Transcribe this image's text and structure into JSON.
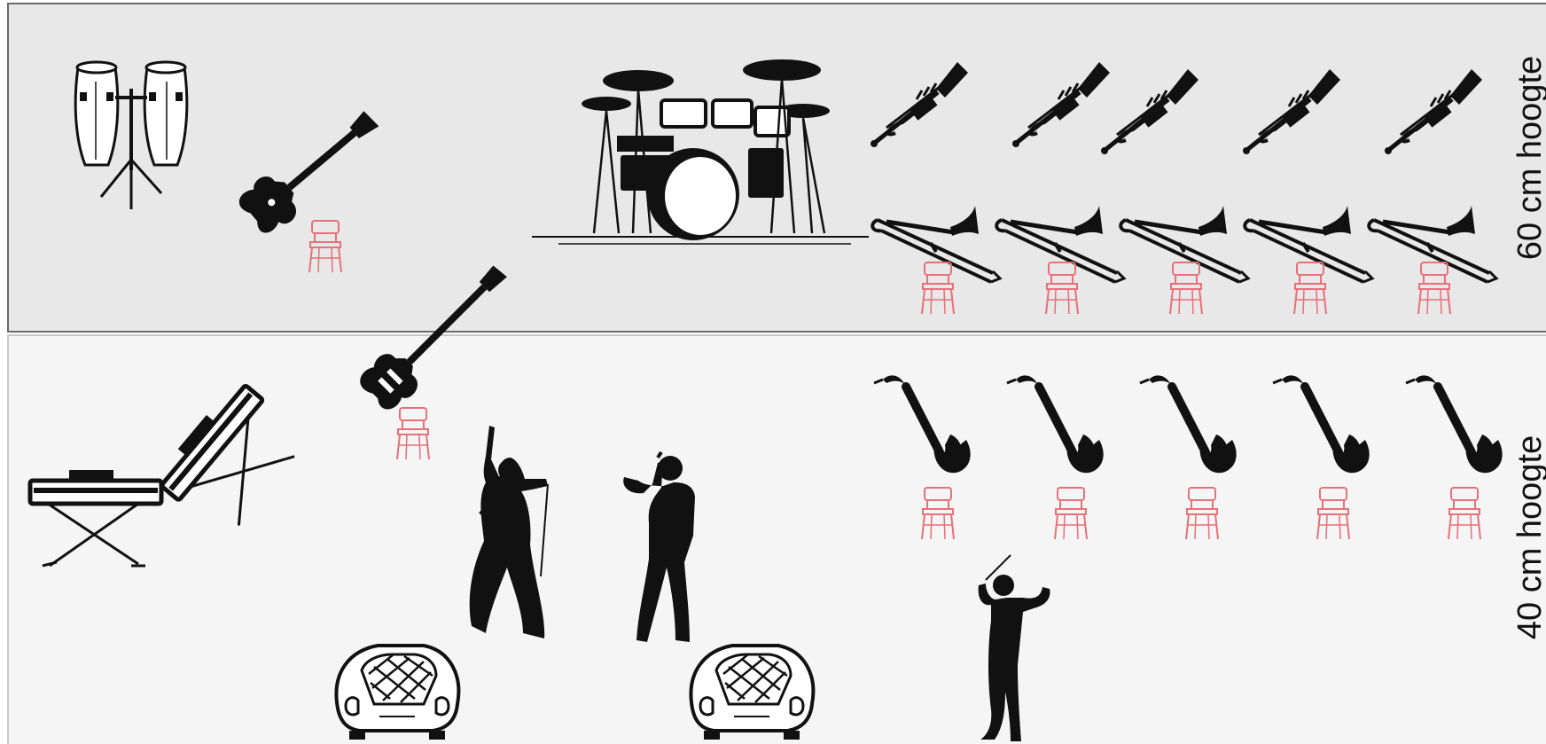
{
  "riser_upper": {
    "label": "60 cm hoogte"
  },
  "riser_lower": {
    "label": "40 cm hoogte"
  },
  "icons": {
    "congas": "congas-icon",
    "electric_guitar": "electric-guitar-icon",
    "drum_kit": "drum-kit-icon",
    "trumpet": "trumpet-icon",
    "trombone": "trombone-icon",
    "bass_guitar": "bass-guitar-icon",
    "keyboard": "keyboard-icon",
    "singer_female": "female-singer-icon",
    "singer_male": "male-singer-icon",
    "saxophone": "saxophone-icon",
    "conductor": "conductor-icon",
    "monitor": "monitor-speaker-icon",
    "chair": "chair-icon"
  },
  "colors": {
    "upper_riser": "#e8e8e8",
    "lower_riser": "#f5f5f5",
    "silhouette": "#111111",
    "chair": "#e8707a"
  },
  "counts": {
    "trumpets": 5,
    "trombones": 5,
    "saxophones": 5,
    "chairs": 12
  }
}
